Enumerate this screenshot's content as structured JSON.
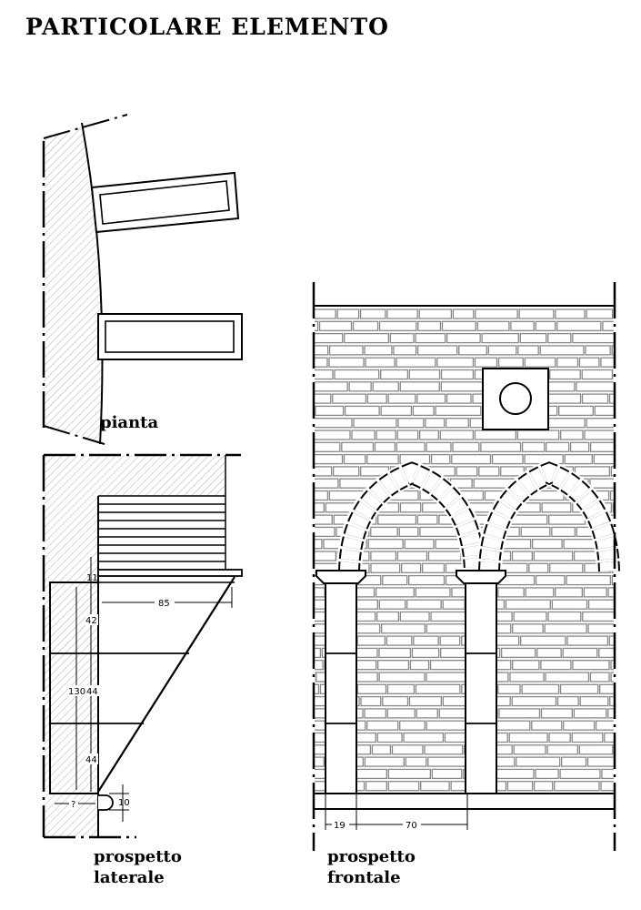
{
  "title": "PARTICOLARE   ELEMENTO",
  "views": {
    "plan": {
      "label": "pianta"
    },
    "side": {
      "label_line1": "prospetto",
      "label_line2": "laterale"
    },
    "front": {
      "label_line1": "prospetto",
      "label_line2": "frontale"
    }
  },
  "dimensions": {
    "side": {
      "top": "11",
      "projection": "85",
      "upper": "42",
      "total": "130",
      "middle": "44",
      "lower": "44",
      "base_width": "?",
      "molding": "10"
    },
    "front": {
      "pier": "19",
      "opening": "70"
    }
  }
}
